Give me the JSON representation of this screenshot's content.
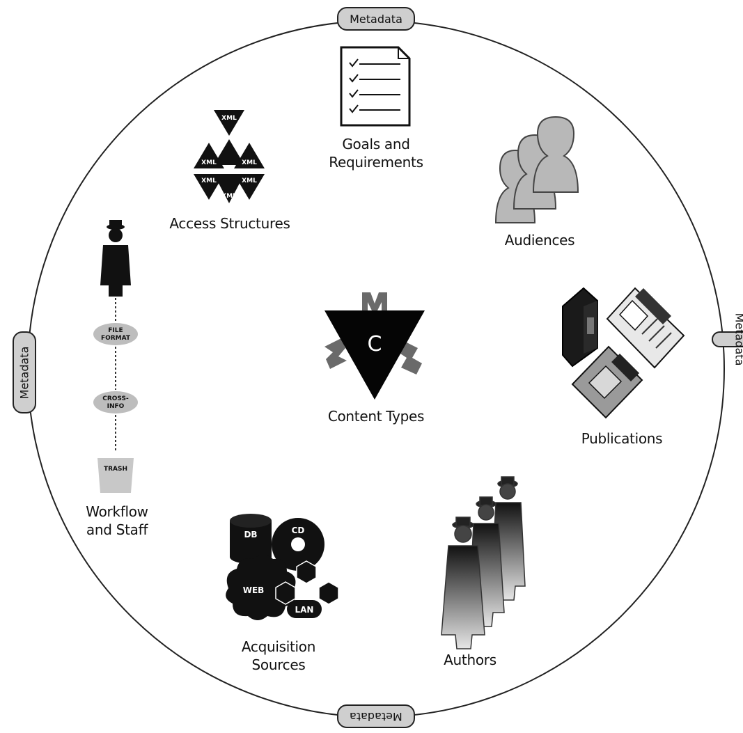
{
  "tabs": {
    "top": "Metadata",
    "left": "Metadata",
    "right": "Metadata",
    "bottom": "Metadata"
  },
  "center": {
    "label": "Content Types",
    "glyph": "C",
    "m_letters": [
      "M",
      "M",
      "M"
    ]
  },
  "nodes": {
    "goals": {
      "line1": "Goals and",
      "line2": "Requirements"
    },
    "access": {
      "label": "Access Structures",
      "xml": "XML"
    },
    "audiences": {
      "label": "Audiences"
    },
    "publications": {
      "label": "Publications"
    },
    "authors": {
      "label": "Authors"
    },
    "acquisition": {
      "line1": "Acquisition",
      "line2": "Sources",
      "db": "DB",
      "cd": "CD",
      "web": "WEB",
      "lan": "LAN"
    },
    "workflow": {
      "line1": "Workflow",
      "line2": "and Staff",
      "file_line1": "FILE",
      "file_line2": "FORMAT",
      "cross_line1": "CROSS-",
      "cross_line2": "INFO",
      "trash": "TRASH"
    }
  }
}
